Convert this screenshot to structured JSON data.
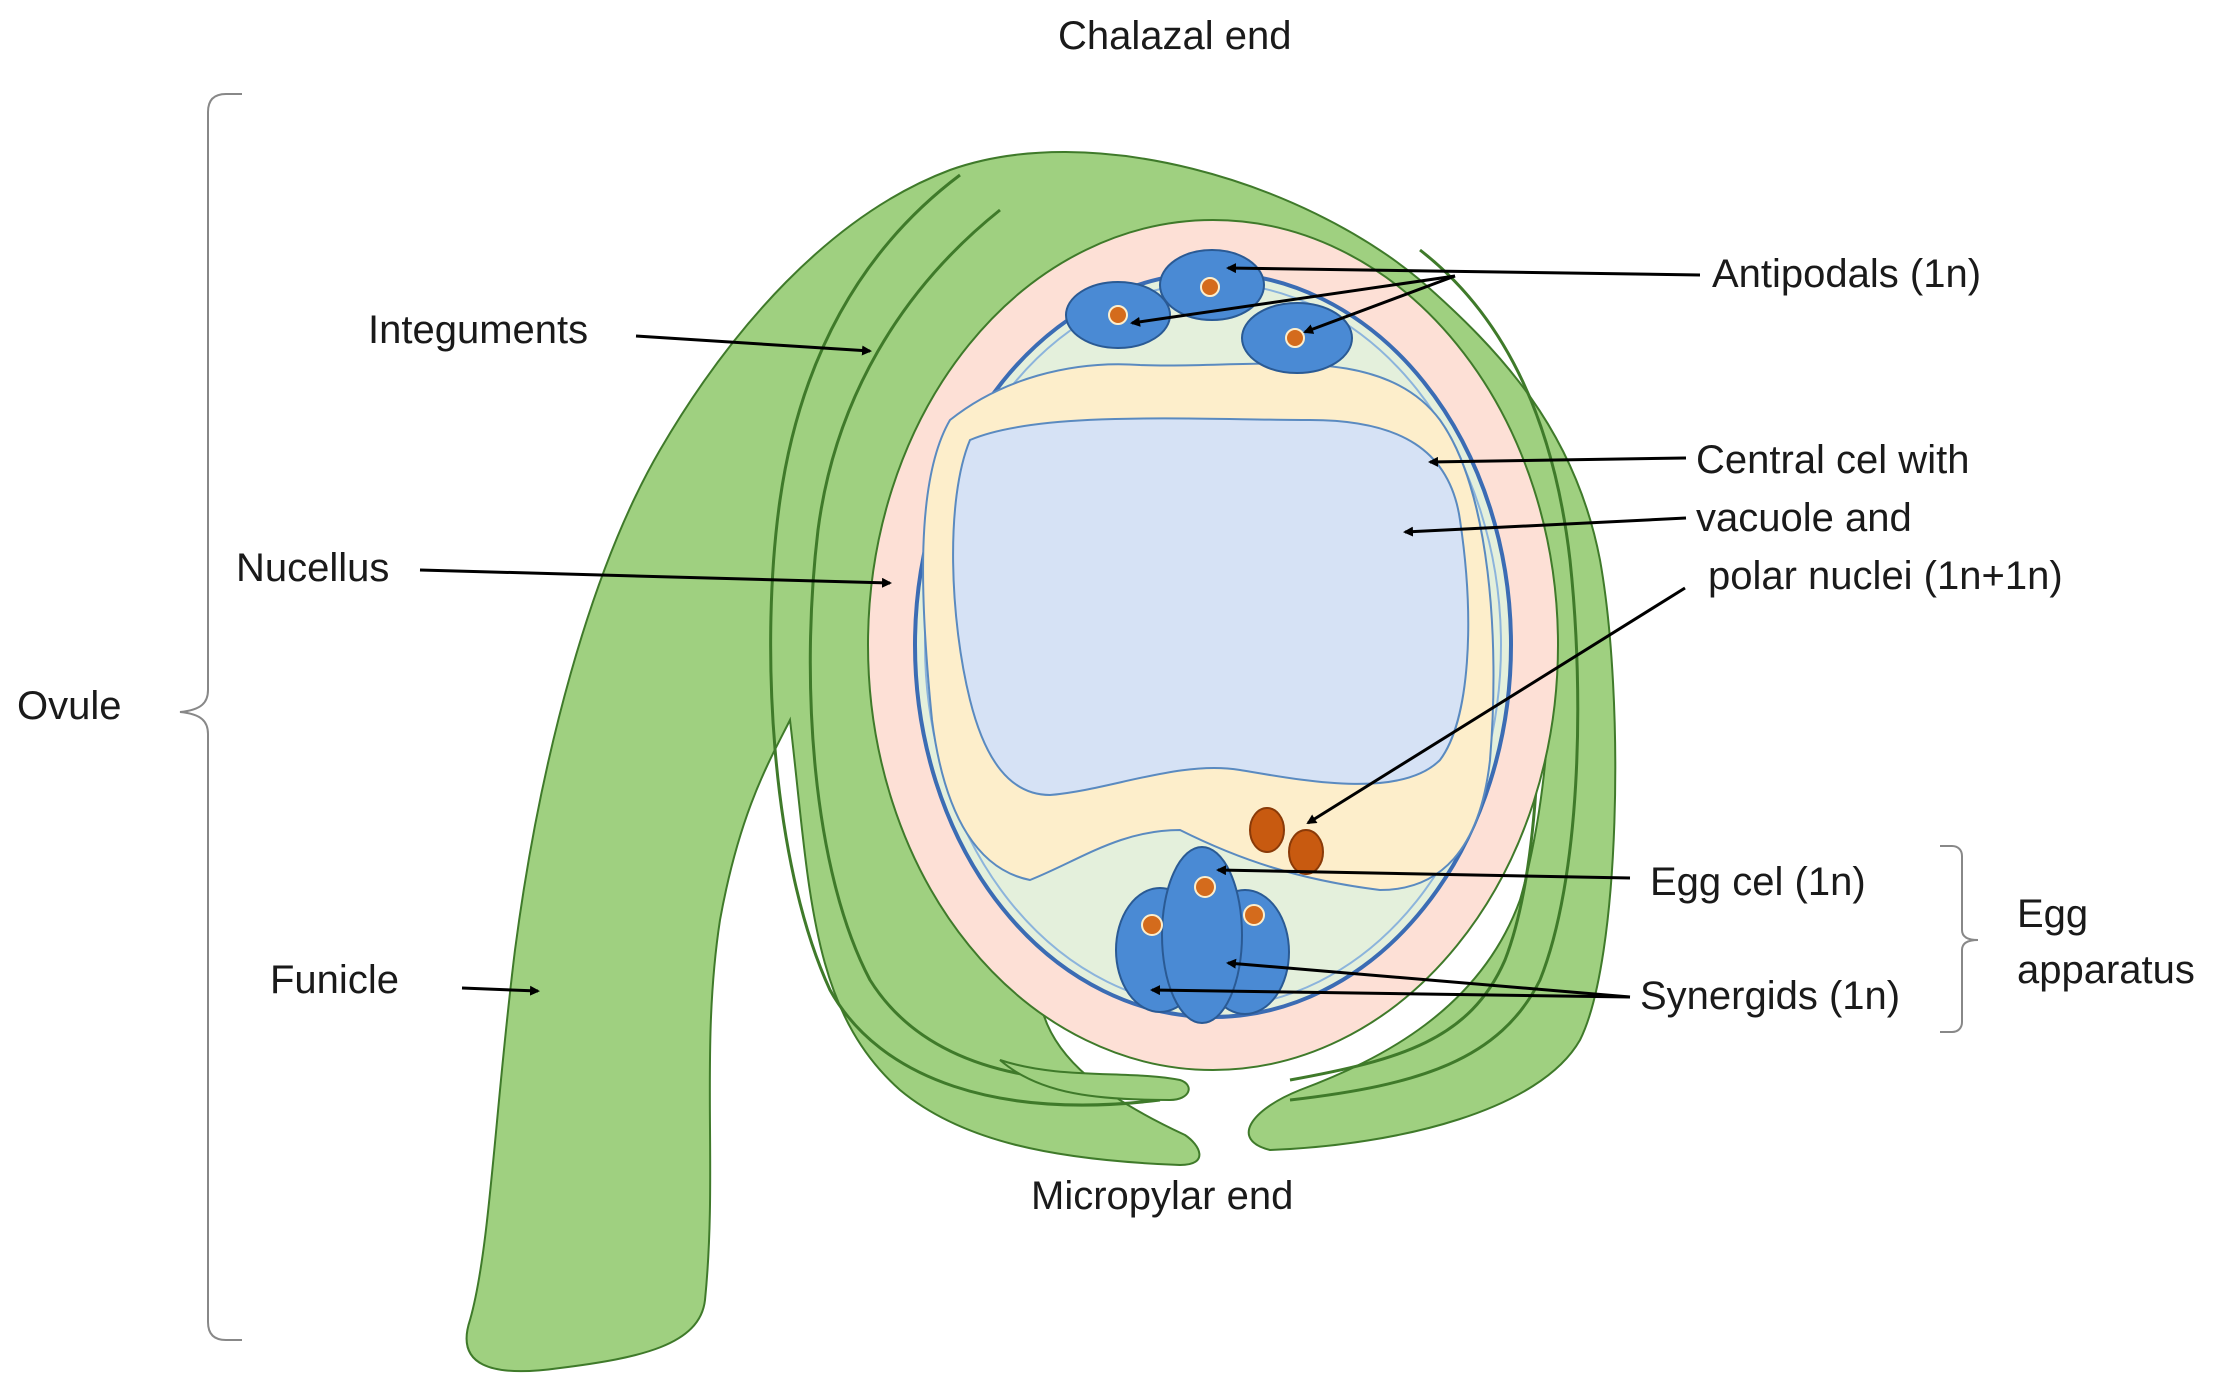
{
  "labels": {
    "chalazal_end": "Chalazal end",
    "micropylar_end": "Micropylar end",
    "ovule": "Ovule",
    "integuments": "Integuments",
    "nucellus": "Nucellus",
    "funicle": "Funicle",
    "antipodals": "Antipodals (1n)",
    "central_cell_line1": "Central cel with",
    "central_cell_line2": "vacuole and",
    "central_cell_line3": "polar nuclei (1n+1n)",
    "egg_cell": "Egg cel (1n)",
    "synergids": "Synergids (1n)",
    "egg_apparatus_line1": "Egg",
    "egg_apparatus_line2": "apparatus"
  },
  "colors": {
    "integument_fill": "#9fd080",
    "integument_stroke": "#3f7a2a",
    "nucellus_fill": "#fde0d6",
    "embryo_sac_outline": "#3b6cb4",
    "cytoplasm_fill": "#e4f0dc",
    "central_cell_fill": "#fdeecb",
    "vacuole_fill": "#d6e2f5",
    "cell_fill": "#4a8ad4",
    "nucleus_fill": "#d46b1c",
    "polar_nucleus_fill": "#c85a10"
  }
}
